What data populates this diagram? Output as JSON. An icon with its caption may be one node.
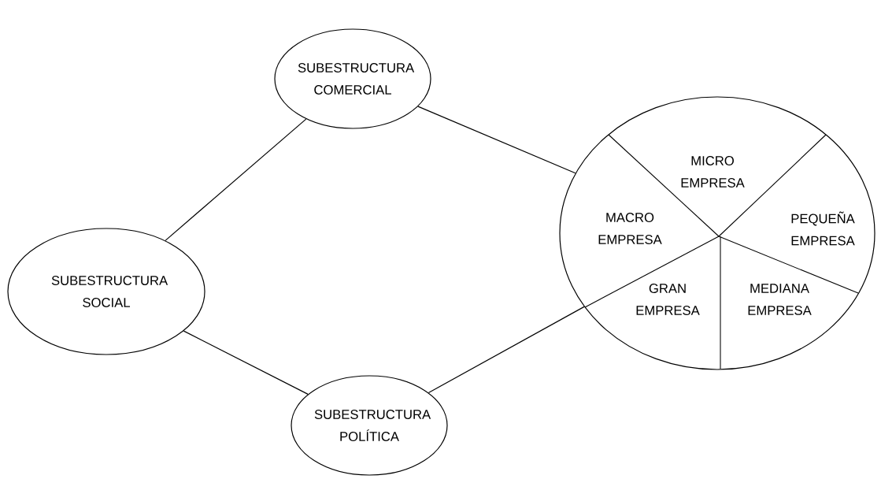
{
  "diagram": {
    "nodes": [
      {
        "text": [
          "SUBESTRUCTURA COMERCIAL"
        ]
      },
      {
        "text": [
          "SUBESTRUCTURA SOCIAL"
        ]
      },
      {
        "text": [
          "SUBESTRUCTURA POLÍTICA"
        ]
      },
      {
        "text": [],
        "shape": "circle"
      },
      {
        "text": [
          "MICRO EMPRESA"
        ],
        "in": 3
      },
      {
        "text": [
          "MACRO EMPRESA"
        ],
        "in": 3
      },
      {
        "text": [
          "PEQUEÑA EMPRESA"
        ],
        "in": 3
      },
      {
        "text": [
          "GRAN EMPRESA"
        ],
        "in": 3
      },
      {
        "text": [
          "MEDIANA EMPRESA"
        ],
        "in": 3
      }
    ],
    "edges": [
      {
        "from": 0,
        "to": 3,
        "arrow": "none"
      },
      {
        "from": 1,
        "to": 0,
        "arrow": "none"
      },
      {
        "from": 1,
        "to": 2,
        "arrow": "none"
      },
      {
        "from": 2,
        "to": 3,
        "arrow": "none"
      }
    ]
  }
}
